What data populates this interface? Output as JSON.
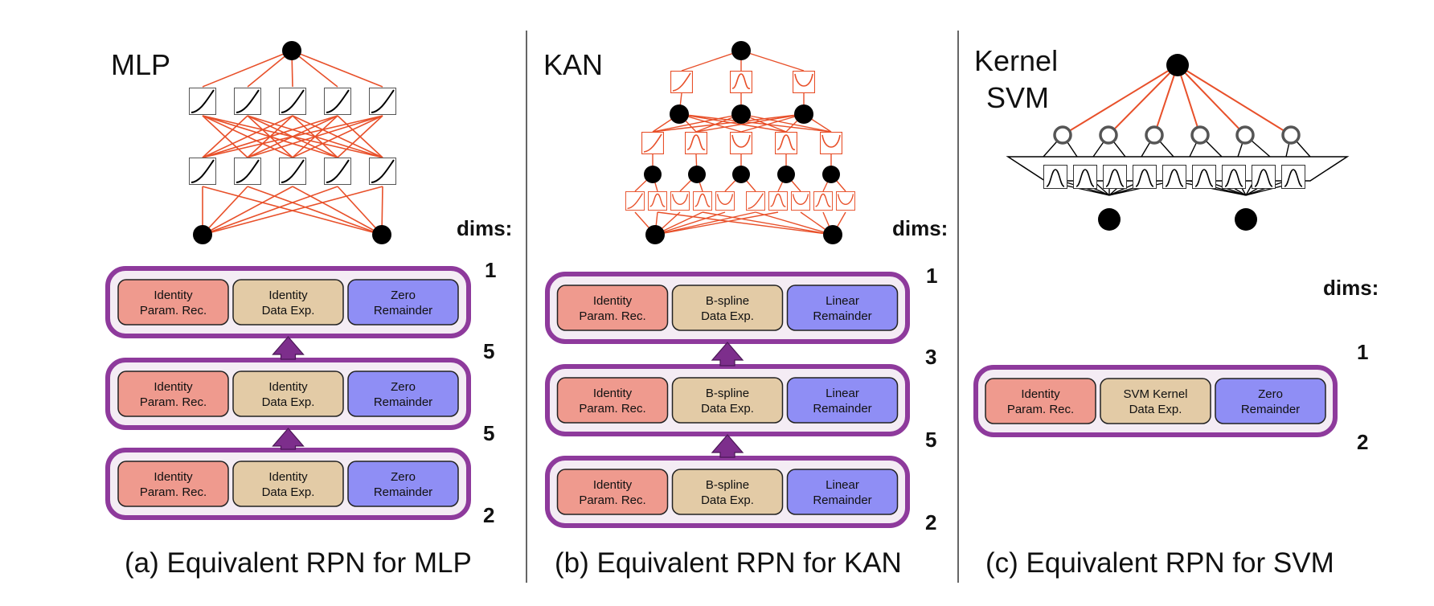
{
  "colors": {
    "edge": "#e8502a",
    "node": "#000000",
    "layer_border": "#8e3a9c",
    "layer_fill": "#f4ecf4",
    "arrow": "#7d2e8c",
    "param": "#ef9a8e",
    "data": "#e3cba6",
    "remainder": "#8f8ef5"
  },
  "divider_icons": [
    "node-icon",
    "activation-curve-icon",
    "bump-kernel-icon",
    "hollow-node-icon",
    "up-arrow-icon"
  ],
  "panels": [
    {
      "id": "mlp",
      "title_lines": [
        "MLP"
      ],
      "caption": "(a) Equivalent RPN for MLP",
      "dims_label": "dims:",
      "dims": [
        "1",
        "5",
        "5",
        "2"
      ],
      "layers": [
        {
          "param": [
            "Identity",
            "Param. Rec."
          ],
          "data": [
            "Identity",
            "Data Exp."
          ],
          "remainder": [
            "Zero",
            "Remainder"
          ]
        },
        {
          "param": [
            "Identity",
            "Param. Rec."
          ],
          "data": [
            "Identity",
            "Data Exp."
          ],
          "remainder": [
            "Zero",
            "Remainder"
          ]
        },
        {
          "param": [
            "Identity",
            "Param. Rec."
          ],
          "data": [
            "Identity",
            "Data Exp."
          ],
          "remainder": [
            "Zero",
            "Remainder"
          ]
        }
      ]
    },
    {
      "id": "kan",
      "title_lines": [
        "KAN"
      ],
      "caption": "(b) Equivalent RPN for KAN",
      "dims_label": "dims:",
      "dims": [
        "1",
        "3",
        "5",
        "2"
      ],
      "layers": [
        {
          "param": [
            "Identity",
            "Param. Rec."
          ],
          "data": [
            "B-spline",
            "Data Exp."
          ],
          "remainder": [
            "Linear",
            "Remainder"
          ]
        },
        {
          "param": [
            "Identity",
            "Param. Rec."
          ],
          "data": [
            "B-spline",
            "Data Exp."
          ],
          "remainder": [
            "Linear",
            "Remainder"
          ]
        },
        {
          "param": [
            "Identity",
            "Param. Rec."
          ],
          "data": [
            "B-spline",
            "Data Exp."
          ],
          "remainder": [
            "Linear",
            "Remainder"
          ]
        }
      ]
    },
    {
      "id": "svm",
      "title_lines": [
        "Kernel",
        "SVM"
      ],
      "caption": "(c) Equivalent  RPN for SVM",
      "dims_label": "dims:",
      "dims": [
        "1",
        "2"
      ],
      "layers": [
        {
          "param": [
            "Identity",
            "Param. Rec."
          ],
          "data": [
            "SVM Kernel",
            "Data Exp."
          ],
          "remainder": [
            "Zero",
            "Remainder"
          ]
        }
      ]
    }
  ]
}
